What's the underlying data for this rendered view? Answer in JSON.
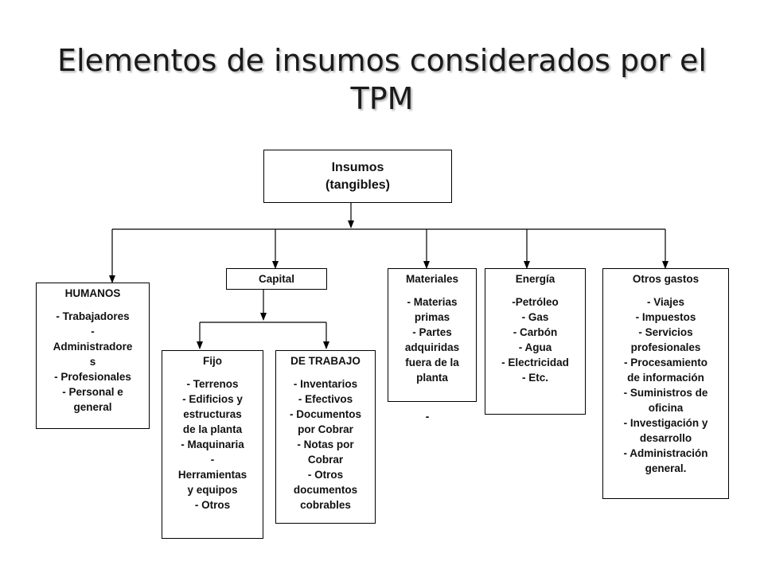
{
  "title": {
    "line1": "Elementos de insumos considerados por el",
    "line2": "TPM"
  },
  "root": {
    "line1": "Insumos",
    "line2": "(tangibles)"
  },
  "humanos": {
    "title": "HUMANOS",
    "lines": [
      "- Trabajadores",
      "-",
      "Administradore",
      "s",
      "- Profesionales",
      "- Personal e",
      "general"
    ]
  },
  "capital": {
    "title": "Capital"
  },
  "fijo": {
    "title": "Fijo",
    "lines": [
      "- Terrenos",
      "- Edificios y",
      "estructuras",
      "de la planta",
      "- Maquinaria",
      "-",
      "Herramientas",
      "y equipos",
      "- Otros"
    ]
  },
  "trabajo": {
    "title": "DE TRABAJO",
    "lines": [
      "- Inventarios",
      "- Efectivos",
      "- Documentos",
      "por Cobrar",
      "- Notas por",
      "Cobrar",
      "- Otros",
      "documentos",
      "cobrables"
    ]
  },
  "materiales": {
    "title": "Materiales",
    "lines": [
      "- Materias",
      "primas",
      "- Partes",
      "adquiridas",
      "fuera de la",
      "planta"
    ],
    "trailing": "-"
  },
  "energia": {
    "title": "Energía",
    "lines": [
      "-Petróleo",
      "- Gas",
      "- Carbón",
      "- Agua",
      "- Electricidad",
      "- Etc."
    ]
  },
  "otros": {
    "title": "Otros gastos",
    "lines": [
      "- Viajes",
      "- Impuestos",
      "- Servicios",
      "profesionales",
      "- Procesamiento",
      "de información",
      "- Suministros de",
      "oficina",
      "- Investigación y",
      "desarrollo",
      "- Administración",
      "general."
    ]
  }
}
